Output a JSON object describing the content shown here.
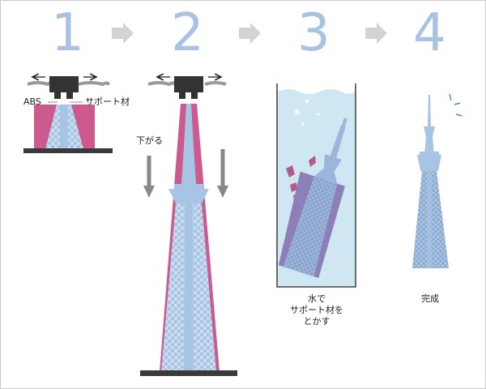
{
  "steps": [
    {
      "number": "1"
    },
    {
      "number": "2"
    },
    {
      "number": "3"
    },
    {
      "number": "4"
    }
  ],
  "labels": {
    "material_abs": "ABS",
    "material_support": "サポート材",
    "bed_lowers": "下がる",
    "dissolve_line1": "水で",
    "dissolve_line2": "サポート材を",
    "dissolve_line3": "とかす",
    "complete": "完成"
  },
  "colors": {
    "step_number": "#a9c2e2",
    "abs_tower": "#a7c4e4",
    "support_material": "#cc5a8e",
    "nozzle": "#333333",
    "bed": "#3a3a3a",
    "water": "#cfe7f3",
    "arrow_gray": "#d0d0d0"
  }
}
